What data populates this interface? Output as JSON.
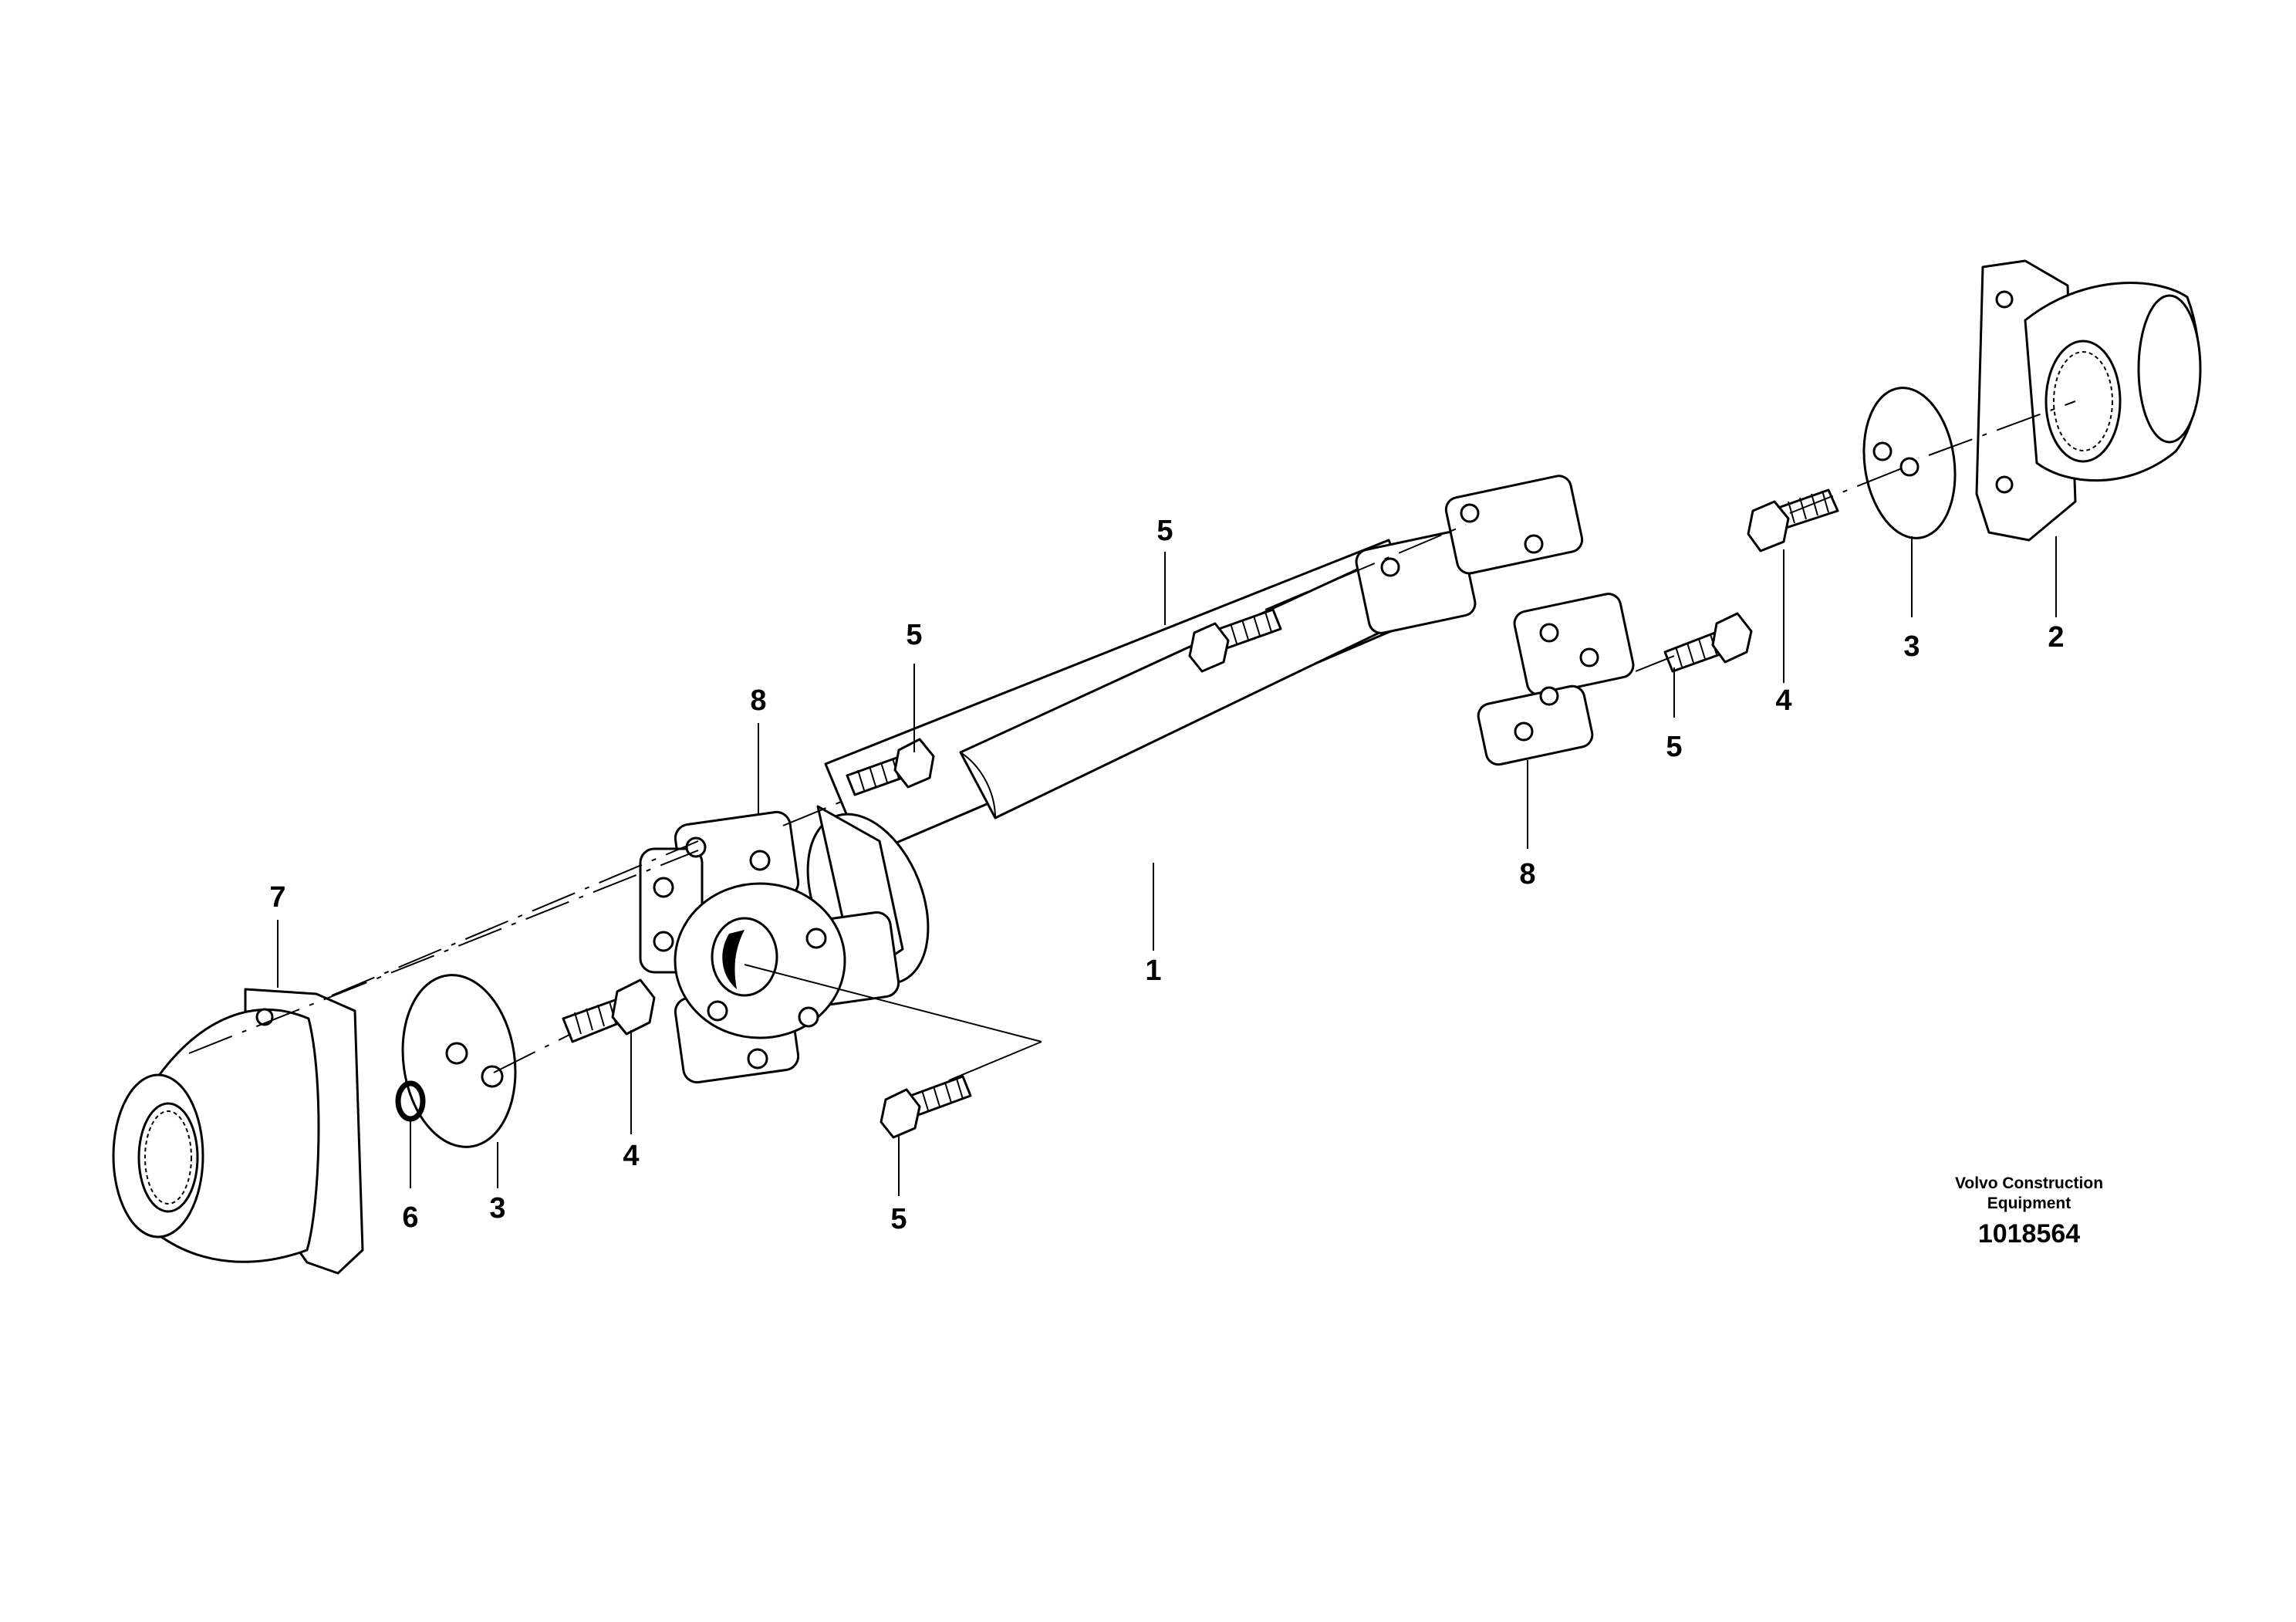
{
  "callouts": {
    "c1": "1",
    "c2": "2",
    "c3_left": "3",
    "c3_right": "3",
    "c4_left": "4",
    "c4_right": "4",
    "c5_top": "5",
    "c5_mid": "5",
    "c5_right": "5",
    "c5_bottom": "5",
    "c6": "6",
    "c7": "7",
    "c8_left": "8",
    "c8_right": "8"
  },
  "footer": {
    "brand_line1": "Volvo Construction",
    "brand_line2": "Equipment",
    "doc_number": "1018564"
  }
}
